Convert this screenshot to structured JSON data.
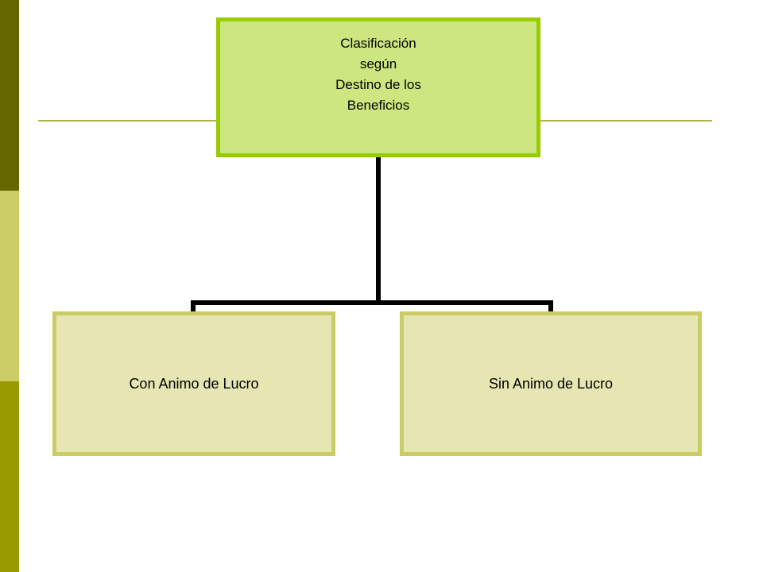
{
  "colors": {
    "strip_top": "#666600",
    "strip_middle": "#cccc66",
    "strip_bottom": "#999900",
    "rule": "#b3b34d",
    "root_fill": "#cce680",
    "root_border": "#99cc00",
    "child_fill": "#e6e6b3",
    "child_border": "#cccc66",
    "connector": "#000000"
  },
  "diagram": {
    "root": {
      "lines": [
        "Clasificación",
        "según",
        "Destino de  los",
        "Beneficios"
      ]
    },
    "children": [
      {
        "label": "Con Animo de Lucro"
      },
      {
        "label": "Sin Animo de Lucro"
      }
    ]
  }
}
